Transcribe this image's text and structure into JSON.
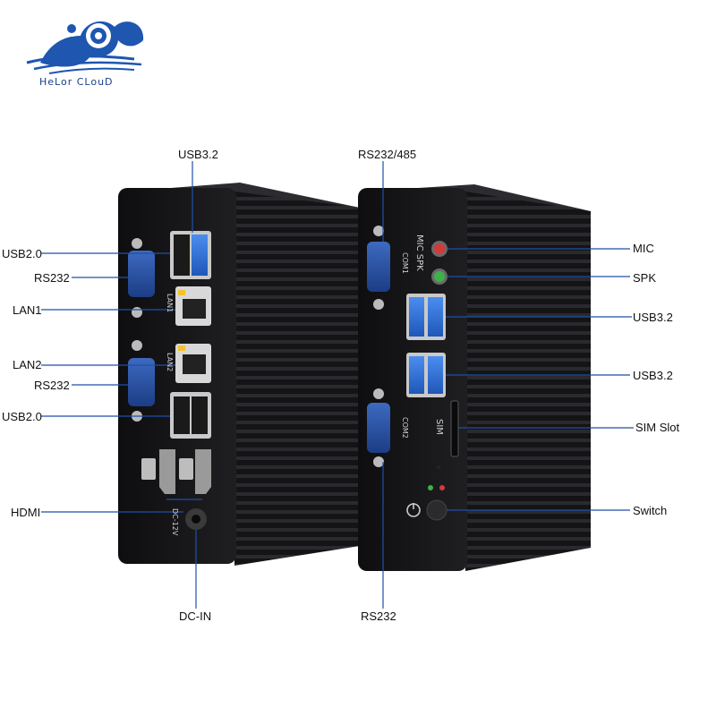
{
  "brand": {
    "name": "HeLor CLouD",
    "logo_icon": "cloud-wave-logo",
    "colors": {
      "primary": "#1e56b0",
      "dark": "#0d3a8c"
    }
  },
  "callouts": {
    "left_top": "USB3.2",
    "left_usb2_top": "USB2.0",
    "left_rs232_top": "RS232",
    "left_lan1": "LAN1",
    "left_lan2": "LAN2",
    "left_rs232_mid": "RS232",
    "left_usb2_bottom": "USB2.0",
    "left_hdmi": "HDMI",
    "left_dcin": "DC-IN",
    "right_top": "RS232/485",
    "right_mic": "MIC",
    "right_spk": "SPK",
    "right_usb3_a": "USB3.2",
    "right_usb3_b": "USB3.2",
    "right_sim": "SIM Slot",
    "right_switch": "Switch",
    "right_bottom": "RS232"
  },
  "panel_markings": {
    "lan1": "LAN1",
    "lan2": "LAN2",
    "dc": "DC-12V",
    "mic_spk": "MIC SPK",
    "com1": "COM1",
    "com2": "COM2",
    "sim": "SIM"
  },
  "colors": {
    "chassis": "#1b1b1d",
    "usb3_blue": "#2f6fd6",
    "serial_blue": "#2a4f9e",
    "mic_red": "#d23a3a",
    "spk_green": "#3fb04a",
    "leader_line": "#1e4fa8"
  }
}
